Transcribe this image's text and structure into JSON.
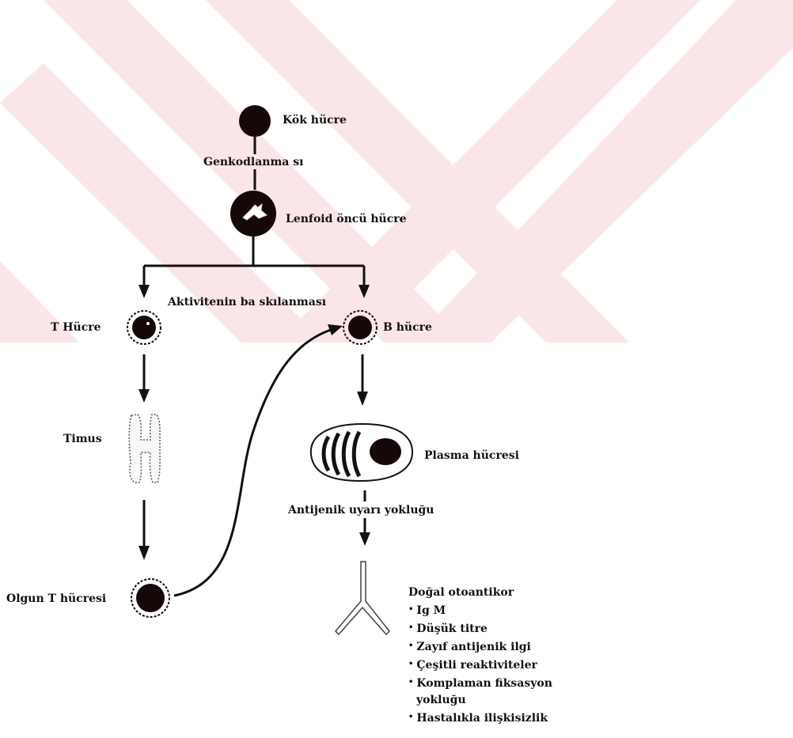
{
  "colors": {
    "watermark": "#f7dede",
    "ink": "#111111"
  },
  "nodes": {
    "stem_cell": "Kök hücre",
    "gene_coding": "Genkodlanma sı",
    "lymphoid_progenitor": "Lenfoid öncü hücre",
    "activity_suppression": "Aktivitenin ba skılanması",
    "t_cell": "T Hücre",
    "b_cell": "B hücre",
    "thymus": "Timus",
    "plasma_cell": "Plasma hücresi",
    "no_antigenic_stimulus": "Antijenik uyarı yokluğu",
    "mature_t_cell": "Olgun T hücresi"
  },
  "natural_autoantibody": {
    "title": "Doğal otoantikor",
    "bullet": "•",
    "properties": [
      "Ig M",
      "Düşük titre",
      "Zayıf antijenik ilgi",
      "Çeşitli reaktiviteler",
      "Komplaman fiksasyon",
      "Hastalıkla ilişkisizlik"
    ],
    "continuation": "yokluğu"
  }
}
